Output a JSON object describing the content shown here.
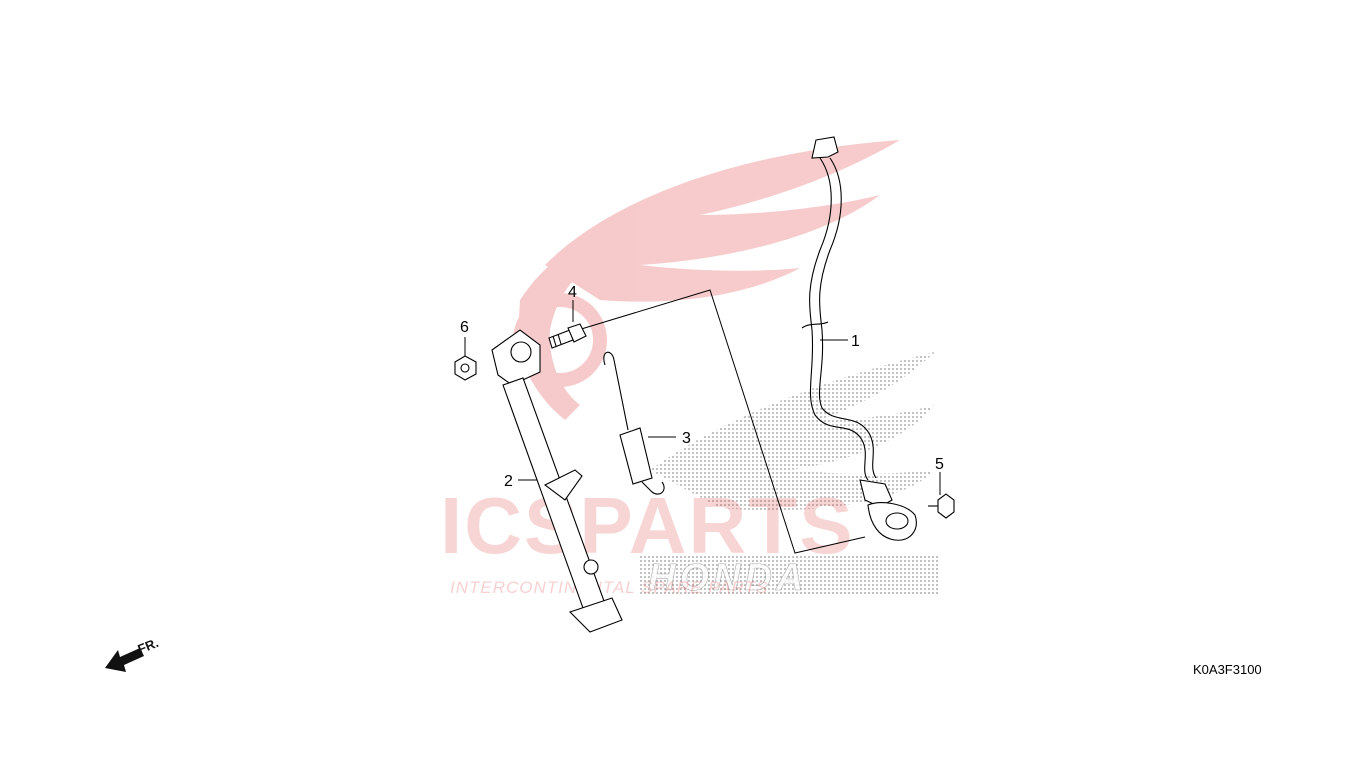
{
  "diagram": {
    "part_code": "K0A3F3100",
    "front_label": "FR.",
    "callouts": [
      "1",
      "2",
      "3",
      "4",
      "5",
      "6"
    ]
  },
  "watermark": {
    "line1": "ICSPARTS",
    "line2": "HONDA",
    "line3": "INTERCONTINENTAL SPARE PARTS"
  },
  "colors": {
    "line": "#000000",
    "watermark_red": "#e24646",
    "watermark_gray": "#8a8a8a"
  }
}
